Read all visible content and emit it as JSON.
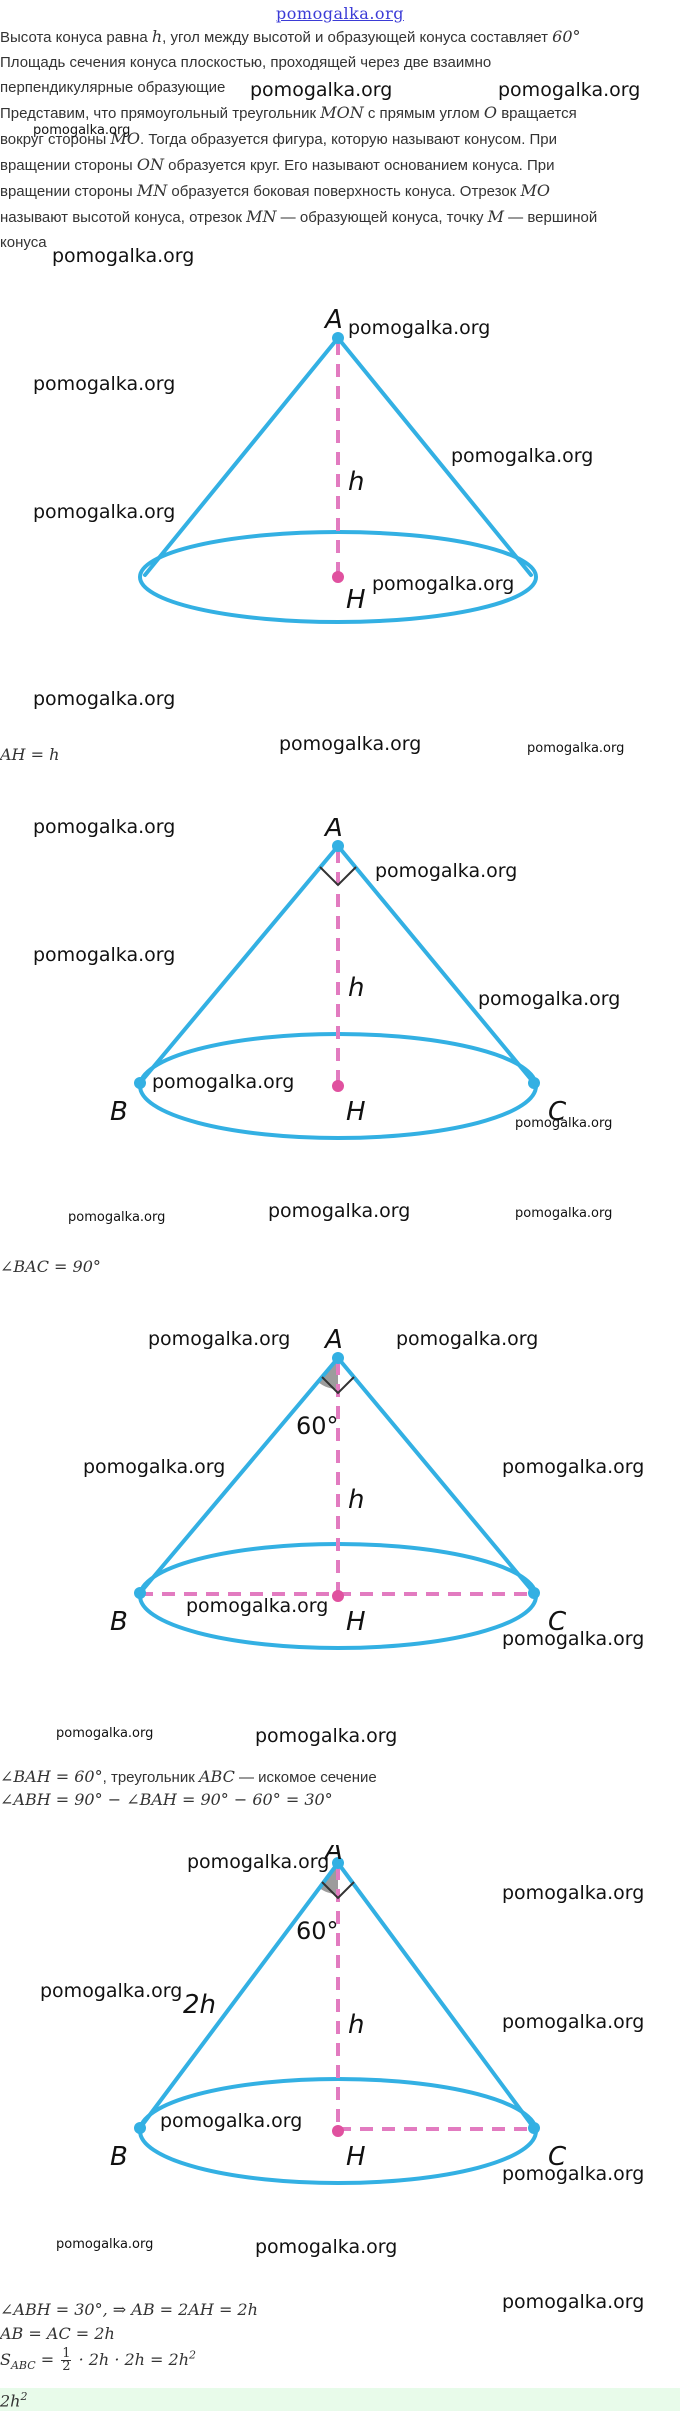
{
  "header": {
    "site_link": "pomogalka.org"
  },
  "intro": {
    "line1_a": "Высота конуса равна ",
    "line1_h": "h",
    "line1_b": ", угол между высотой и образующей конуса составляет ",
    "line1_angle": "60°",
    "line2": "Площадь сечения конуса плоскостью, проходящей через две взаимно",
    "line3": "перпендикулярные образующие",
    "line4_a": "Представим, что прямоугольный треугольник ",
    "line4_mon": "MON",
    "line4_b": " с прямым углом ",
    "line4_o": "O",
    "line4_c": " вращается",
    "line5_a": "вокруг стороны ",
    "line5_mo": "MO",
    "line5_b": ". Тогда образуется фигура, которую называют конусом. При",
    "line6_a": "вращении стороны ",
    "line6_on": "ON",
    "line6_b": " образуется круг. Его называют основанием конуса. При",
    "line7_a": "вращении стороны ",
    "line7_mn": "MN",
    "line7_b": " образуется боковая поверхность конуса. Отрезок ",
    "line7_mo": "MO",
    "line8_a": "называют высотой конуса, отрезок ",
    "line8_mn": "MN",
    "line8_b": " — образующей конуса, точку ",
    "line8_m": "M",
    "line8_c": " — вершиной",
    "line9": "конуса"
  },
  "fig1": {
    "label_a": "A",
    "label_h": "h",
    "label_H": "H"
  },
  "formula1": "AH = h",
  "fig2": {
    "label_a": "A",
    "label_h": "h",
    "label_H": "H",
    "label_b": "B",
    "label_c": "C"
  },
  "formula2": "∠BAC = 90°",
  "fig3": {
    "label_a": "A",
    "label_h": "h",
    "label_H": "H",
    "label_b": "B",
    "label_c": "C",
    "label_angle": "60°"
  },
  "formula3": {
    "line1_math": "∠BAH = 60°",
    "line1_text": ", треугольник ",
    "line1_abc": "ABC",
    "line1_text2": " — искомое сечение",
    "line2": "∠ABH = 90° − ∠BAH = 90° − 60° = 30°"
  },
  "fig4": {
    "label_a": "A",
    "label_h": "h",
    "label_H": "H",
    "label_b": "B",
    "label_c": "C",
    "label_angle": "60°",
    "label_2h": "2h"
  },
  "formula4": {
    "line1": "∠ABH = 30°, ⇒ AB = 2AH = 2h",
    "line2": "AB = AC = 2h",
    "line3_a": "S",
    "line3_sub": "ABC",
    "line3_b": " = ",
    "line3_num": "1",
    "line3_den": "2",
    "line3_c": " · 2h · 2h = 2h",
    "line3_sup": "2",
    "answer": "2h",
    "answer_sup": "2"
  },
  "watermarks": {
    "text": "pomogalka.org"
  },
  "colors": {
    "cone_blue": "#33b0e3",
    "height_pink": "#e27bc0",
    "point_pink": "#e0519f",
    "link_blue": "#3b3bd6",
    "answer_bg": "#e8fbea"
  }
}
